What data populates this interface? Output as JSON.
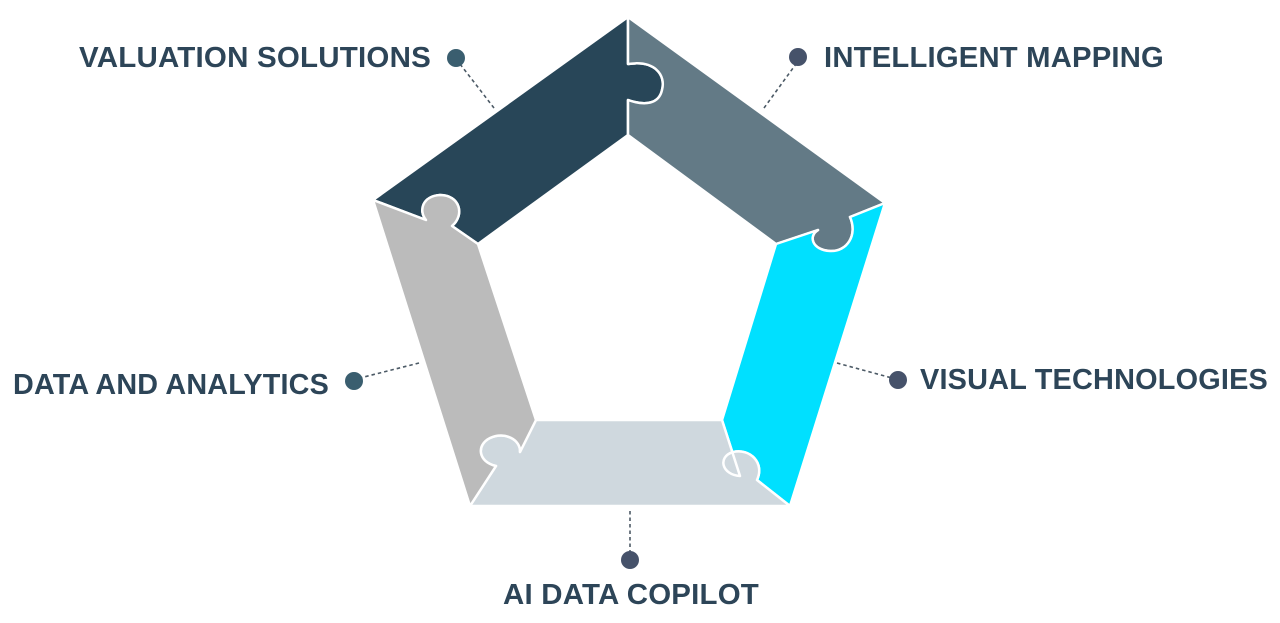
{
  "diagram": {
    "segments": [
      {
        "id": "valuation",
        "label": "VALUATION SOLUTIONS",
        "color": "#284658",
        "dot_color": "#3a5e6f"
      },
      {
        "id": "mapping",
        "label": "INTELLIGENT MAPPING",
        "color": "#637a86",
        "dot_color": "#46526a"
      },
      {
        "id": "visual",
        "label": "VISUAL TECHNOLOGIES",
        "color": "#00e0ff",
        "dot_color": "#46526a"
      },
      {
        "id": "copilot",
        "label": "AI DATA COPILOT",
        "color": "#cfd8de",
        "dot_color": "#46526a"
      },
      {
        "id": "analytics",
        "label": "DATA AND ANALYTICS",
        "color": "#bbbbbb",
        "dot_color": "#3a5e6f"
      }
    ],
    "label_color": "#2d4558"
  }
}
